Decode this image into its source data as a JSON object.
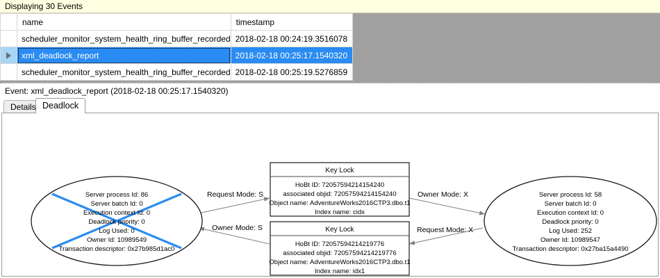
{
  "banner": {
    "text": "Displaying 30 Events"
  },
  "grid": {
    "columns": [
      "",
      "name",
      "timestamp"
    ],
    "rows": [
      {
        "selector": "",
        "name": "scheduler_monitor_system_health_ring_buffer_recorded",
        "timestamp": "2018-02-18 00:24:19.3516078",
        "selected": false
      },
      {
        "selector": "row-arrow",
        "name": "xml_deadlock_report",
        "timestamp": "2018-02-18 00:25:17.1540320",
        "selected": true
      },
      {
        "selector": "",
        "name": "scheduler_monitor_system_health_ring_buffer_recorded",
        "timestamp": "2018-02-18 00:25:19.5276859",
        "selected": false
      }
    ]
  },
  "event_bar": {
    "text": "Event: xml_deadlock_report (2018-02-18 00:25:17.1540320)"
  },
  "tabs": [
    {
      "label": "Details",
      "active": false
    },
    {
      "label": "Deadlock",
      "active": true
    }
  ],
  "deadlock_graph": {
    "victim_marker_color": "#2b8cef",
    "node_outline_color": "#1a1a1a",
    "edge_color": "#808080",
    "processes": [
      {
        "id": "left-process",
        "victim": true,
        "lines": [
          "Server process Id: 86",
          "Server batch Id: 0",
          "Execution context Id: 0",
          "Deadlock priority: 0",
          "Log Used: 0",
          "Owner Id: 10989549",
          "Transaction descriptor: 0x27b985d1ac0"
        ]
      },
      {
        "id": "right-process",
        "victim": false,
        "lines": [
          "Server process Id: 58",
          "Server batch Id: 0",
          "Execution context Id: 0",
          "Deadlock priority: 0",
          "Log Used: 252",
          "Owner Id: 10989547",
          "Transaction descriptor: 0x27ba15a4490"
        ]
      }
    ],
    "resources": [
      {
        "id": "top-key-lock",
        "title": "Key Lock",
        "lines": [
          "HoBt ID: 72057594214154240",
          "associated objid: 72057594214154240",
          "Object name: AdventureWorks2016CTP3.dbo.t1",
          "Index name: cidx"
        ]
      },
      {
        "id": "bottom-key-lock",
        "title": "Key Lock",
        "lines": [
          "HoBt ID: 72057594214219776",
          "associated objid: 72057594214219776",
          "Object name: AdventureWorks2016CTP3.dbo.t1",
          "Index name: idx1"
        ]
      }
    ],
    "edges": [
      {
        "id": "edge-left-request",
        "label": "Request Mode: S",
        "from": "left-process",
        "to": "top-key-lock"
      },
      {
        "id": "edge-right-owner",
        "label": "Owner Mode: X",
        "from": "top-key-lock",
        "to": "right-process"
      },
      {
        "id": "edge-left-owner",
        "label": "Owner Mode: S",
        "from": "bottom-key-lock",
        "to": "left-process"
      },
      {
        "id": "edge-right-request",
        "label": "Request Mode: X",
        "from": "right-process",
        "to": "bottom-key-lock"
      }
    ]
  }
}
